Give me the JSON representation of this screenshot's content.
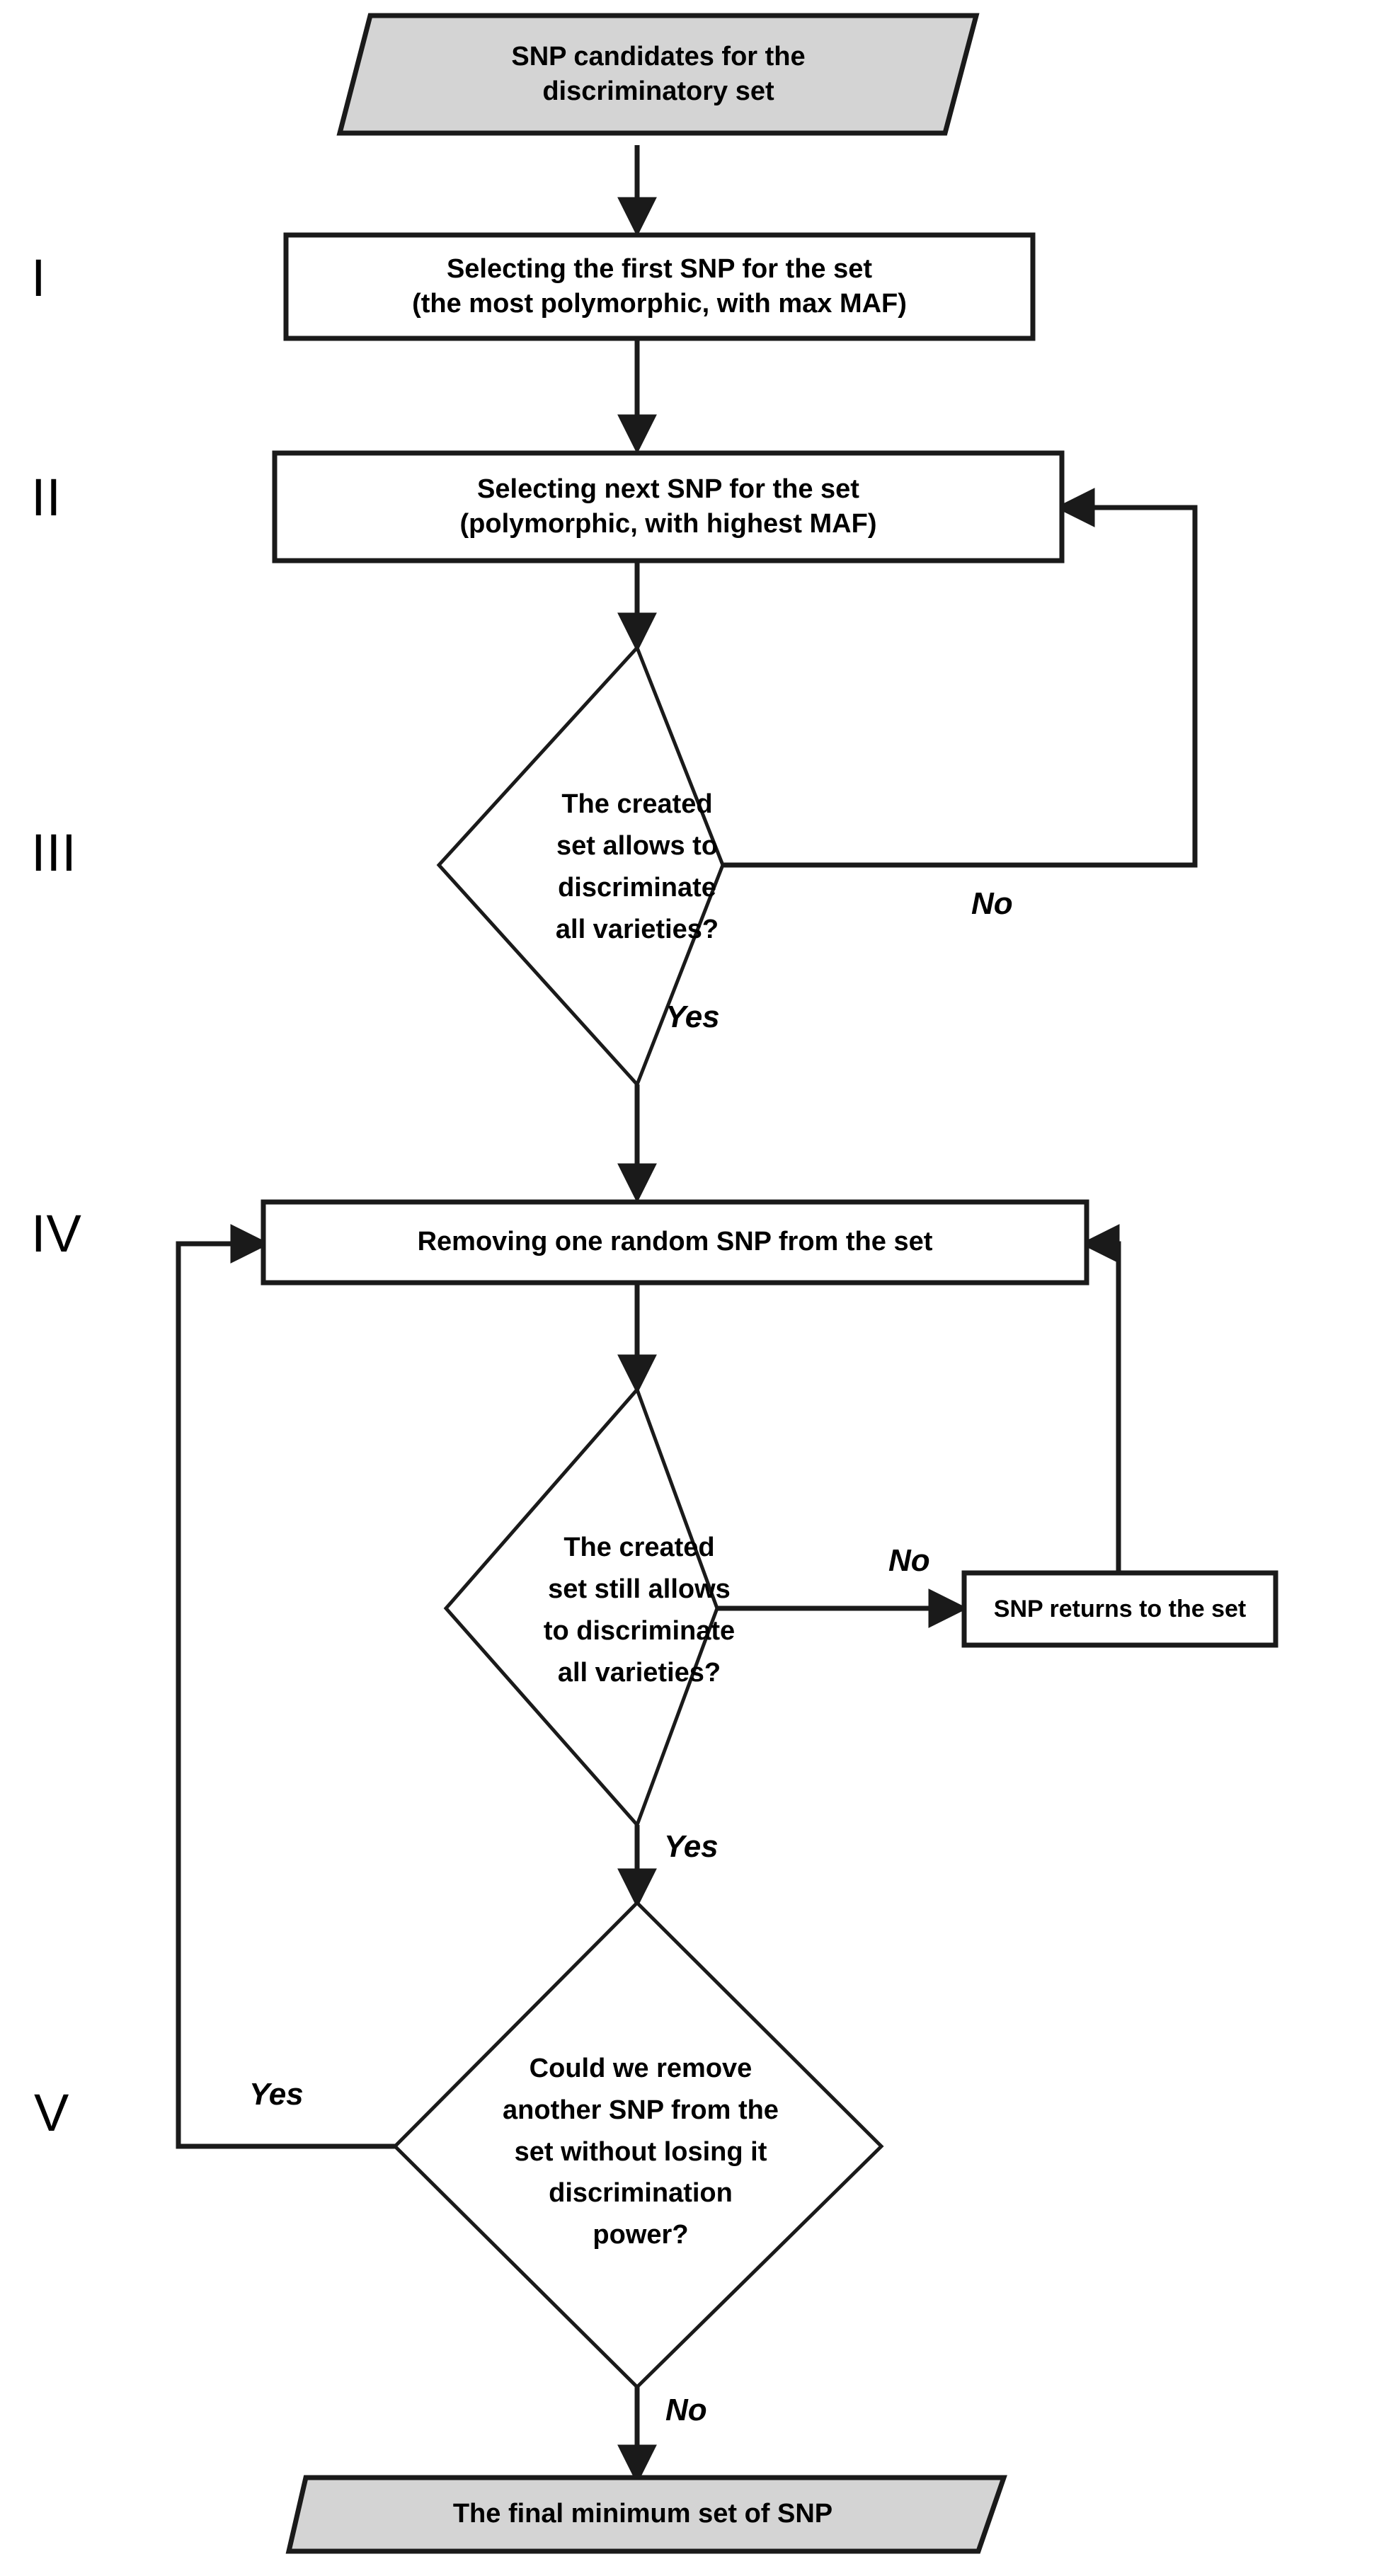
{
  "diagram": {
    "type": "flowchart",
    "title": "SNP discriminatory set selection flowchart",
    "colors": {
      "terminator_fill": "#d4d4d4",
      "process_fill": "#ffffff",
      "decision_fill": "#ffffff",
      "stroke": "#1a1a1a",
      "background": "#ffffff"
    }
  },
  "stages": [
    {
      "id": "I",
      "numeral": "I"
    },
    {
      "id": "II",
      "numeral": "II"
    },
    {
      "id": "III",
      "numeral": "III"
    },
    {
      "id": "IV",
      "numeral": "IV"
    },
    {
      "id": "V",
      "numeral": "V"
    }
  ],
  "nodes": {
    "start": {
      "shape": "parallelogram",
      "text": "SNP candidates for the\ndiscriminatory set"
    },
    "step1": {
      "shape": "rectangle",
      "text": "Selecting the first SNP for the set\n(the most polymorphic, with max MAF)"
    },
    "step2": {
      "shape": "rectangle",
      "text": "Selecting next SNP for the set\n(polymorphic, with highest MAF)"
    },
    "decision1": {
      "shape": "diamond",
      "text": "The created\nset allows to\ndiscriminate\nall varieties?"
    },
    "step4": {
      "shape": "rectangle",
      "text": "Removing one random SNP from the set"
    },
    "decision2": {
      "shape": "diamond",
      "text": "The created\nset still allows\nto discriminate\nall varieties?"
    },
    "returnBox": {
      "shape": "rectangle",
      "text": "SNP returns to the set"
    },
    "decision3": {
      "shape": "diamond",
      "text": "Could we remove\nanother SNP from the\nset without losing it\ndiscrimination\npower?"
    },
    "end": {
      "shape": "parallelogram",
      "text": "The final minimum set of SNP"
    }
  },
  "edge_labels": {
    "d1_no": "No",
    "d1_yes": "Yes",
    "d2_no": "No",
    "d2_yes": "Yes",
    "d3_yes": "Yes",
    "d3_no": "No"
  }
}
